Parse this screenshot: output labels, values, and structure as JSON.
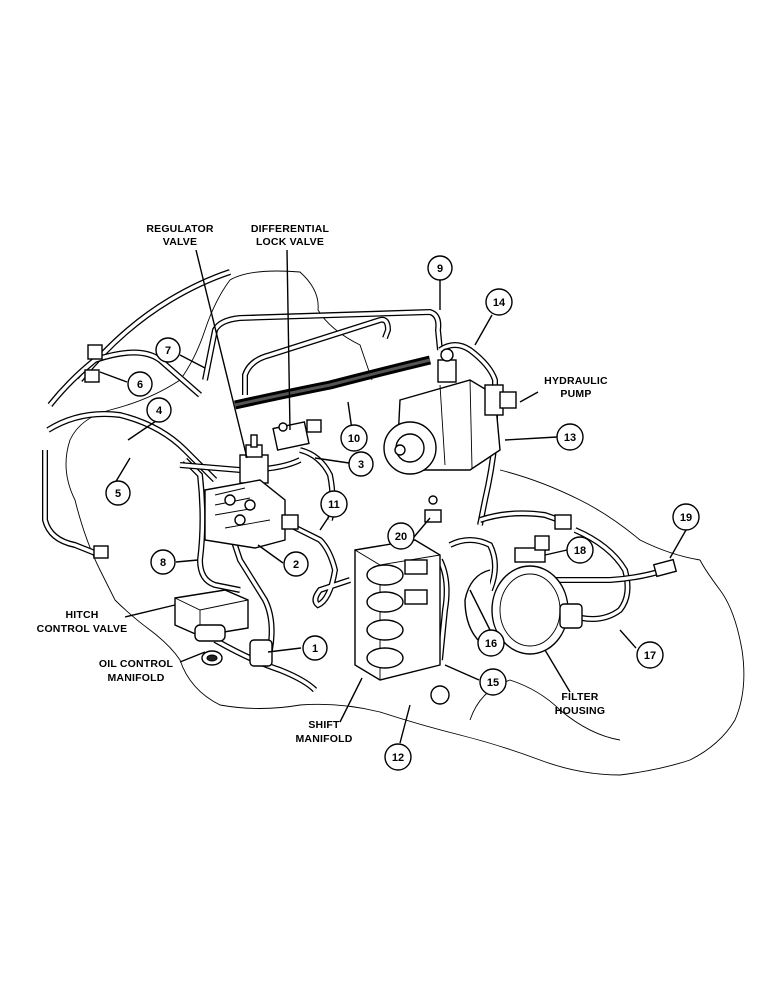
{
  "labels": {
    "regulator_valve": [
      "REGULATOR",
      "VALVE"
    ],
    "differential_lock_valve": [
      "DIFFERENTIAL",
      "LOCK VALVE"
    ],
    "hydraulic_pump": [
      "HYDRAULIC",
      "PUMP"
    ],
    "hitch_control_valve": [
      "HITCH",
      "CONTROL VALVE"
    ],
    "oil_control_manifold": [
      "OIL CONTROL",
      "MANIFOLD"
    ],
    "shift_manifold": [
      "SHIFT",
      "MANIFOLD"
    ],
    "filter_housing": [
      "FILTER",
      "HOUSING"
    ]
  },
  "callouts": [
    "1",
    "2",
    "3",
    "4",
    "5",
    "6",
    "7",
    "8",
    "9",
    "10",
    "11",
    "12",
    "13",
    "14",
    "15",
    "16",
    "17",
    "18",
    "19",
    "20"
  ],
  "colors": {
    "ink": "#000000",
    "paper": "#ffffff"
  }
}
